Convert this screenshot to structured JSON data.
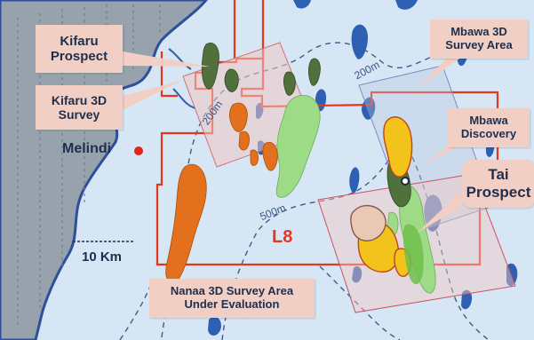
{
  "callouts": {
    "kifaru_prospect": "Kifaru\nProspect",
    "kifaru_3d_survey": "Kifaru 3D\nSurvey",
    "mbawa_3d_survey_area": "Mbawa 3D\nSurvey Area",
    "mbawa_discovery": "Mbawa\nDiscovery",
    "nanaa_3d_survey_area": "Nanaa 3D Survey Area\nUnder Evaluation"
  },
  "labels": {
    "tai_prospect": "Tai\nProspect",
    "melindi": "Melindi",
    "block_l8": "L8",
    "scale_bar": "10 Km"
  },
  "contours": {
    "c200_west": "200m",
    "c200_north": "200m",
    "c500": "500m"
  },
  "colors": {
    "ocean": "#cfe1f1",
    "land": "#98a2ab",
    "shelf_shallow": "#2f5fb0",
    "block_outline": "#e8361e",
    "survey_outline": "#8aa0c8",
    "callout_fill": "#f2cfc4",
    "oil_lead": "#e2701c",
    "gas_lead": "#90d87a",
    "prospect_dark": "#4e6b3c",
    "discovery_yellow": "#f1c21b",
    "block_label": "#e8361e"
  }
}
